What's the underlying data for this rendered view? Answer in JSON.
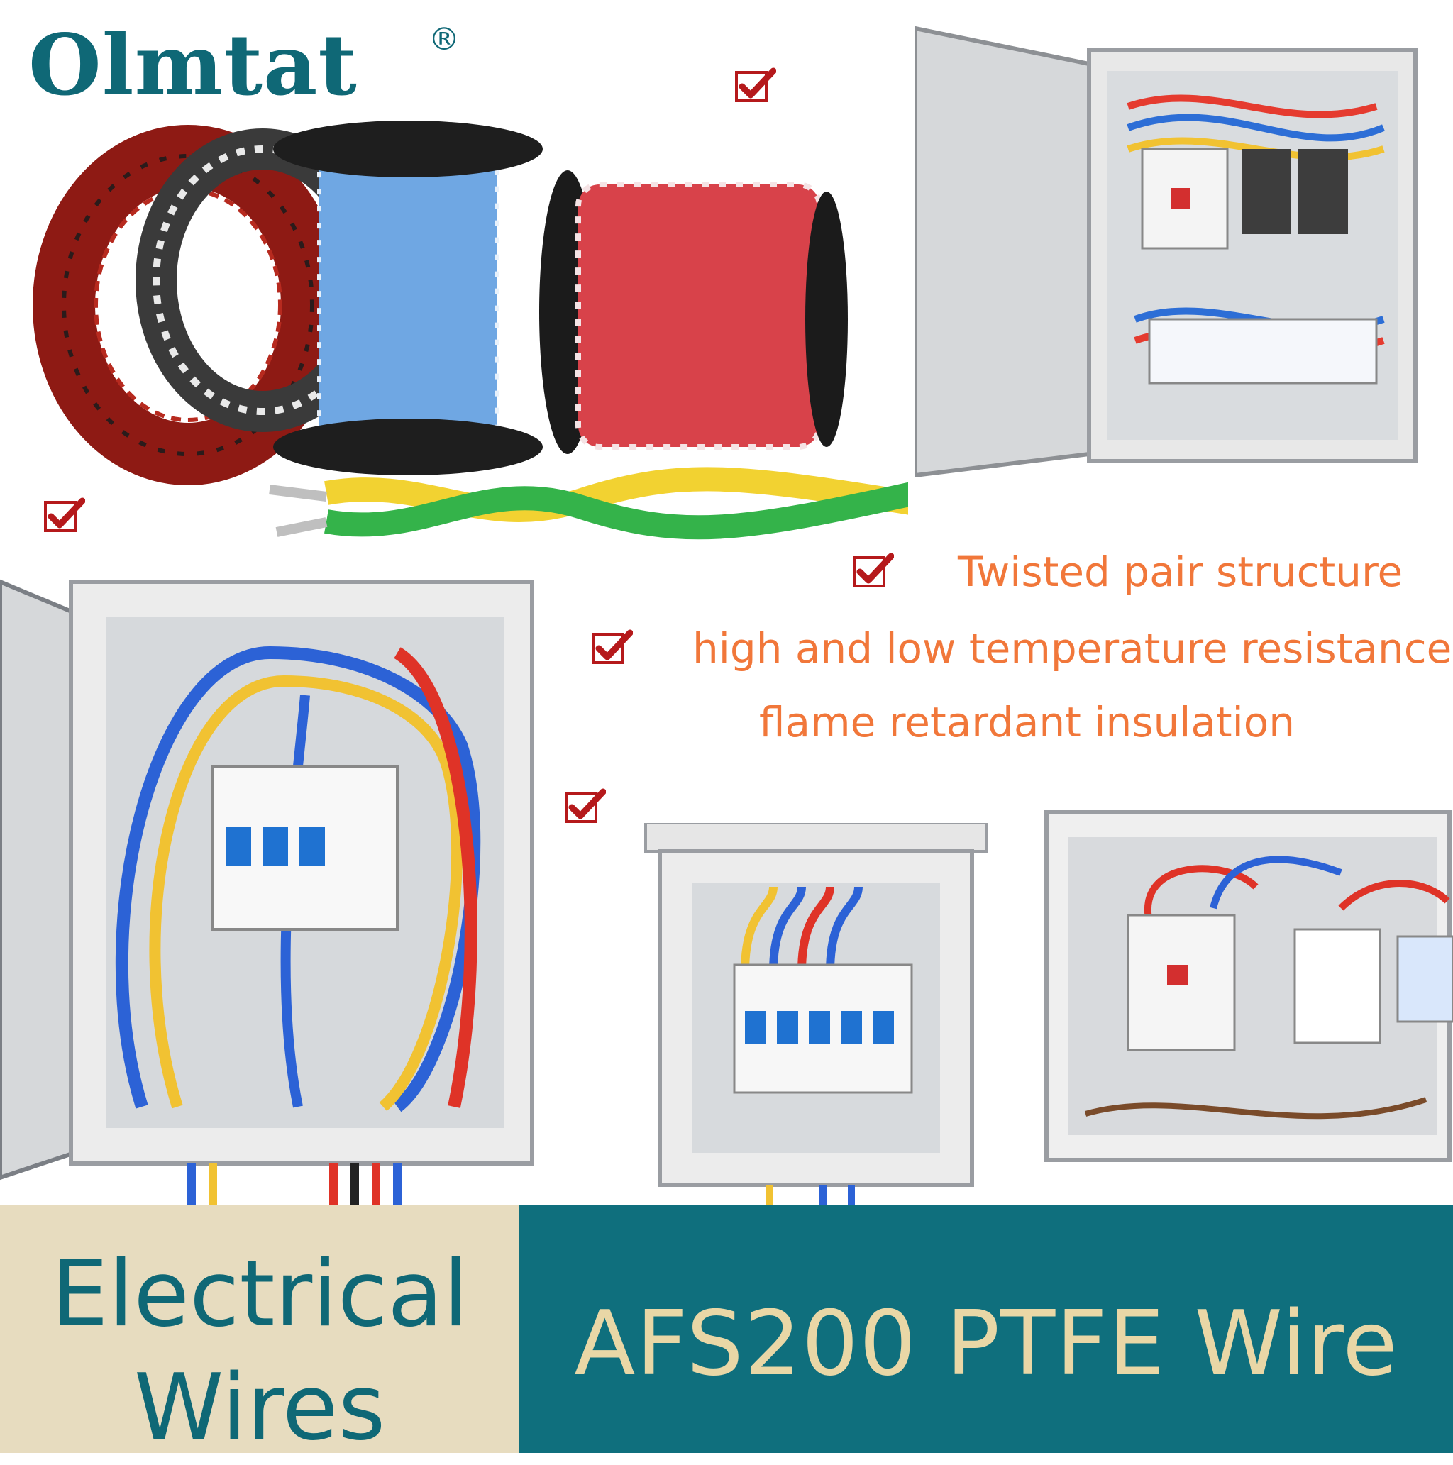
{
  "brand": {
    "name": "Olmtat",
    "registered_mark": "®"
  },
  "features": {
    "items": [
      "Twisted pair structure",
      "high and low temperature resistance",
      "flame retardant insulation"
    ]
  },
  "banner": {
    "left_title": "Electrical Wires",
    "right_title": "AFS200 PTFE Wire"
  },
  "colors": {
    "brand_teal": "#0f6876",
    "feature_orange": "#f1773a",
    "check_red": "#b5191b",
    "band_beige": "#e7dcbf",
    "band_teal": "#0f6f7d",
    "band_text_gold": "#e9d7a6"
  },
  "icons": [
    "checkmark-box-icon"
  ]
}
